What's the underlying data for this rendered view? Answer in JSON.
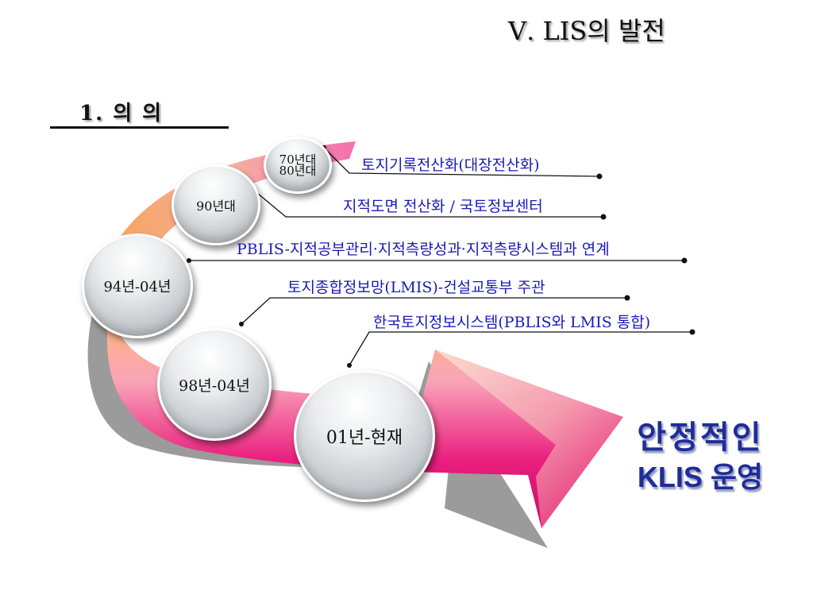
{
  "header": {
    "title": "Ⅴ. LIS의 발전"
  },
  "section": {
    "title": "1. 의    의"
  },
  "periods": [
    {
      "line1": "70년대",
      "line2": "80년대"
    },
    {
      "label": "90년대"
    },
    {
      "label": "94년-04년"
    },
    {
      "label": "98년-04년"
    },
    {
      "label": "01년-현재"
    }
  ],
  "milestones": [
    "토지기록전산화(대장전산화)",
    "지적도면 전산화 / 국토정보센터",
    "PBLIS-지적공부관리·지적측량성과·지적측량시스템과 연계",
    "토지종합정보망(LMIS)-건설교통부 주관",
    "한국토지정보시스템(PBLIS와 LMIS 통합)"
  ],
  "result": {
    "line1": "안정적인",
    "line2": "KLIS 운영"
  },
  "colors": {
    "accent_pink": "#e8107a",
    "label_blue": "#1a1ab8",
    "result_blue": "#1f2c99",
    "arrow_orange": "#f0a040"
  }
}
